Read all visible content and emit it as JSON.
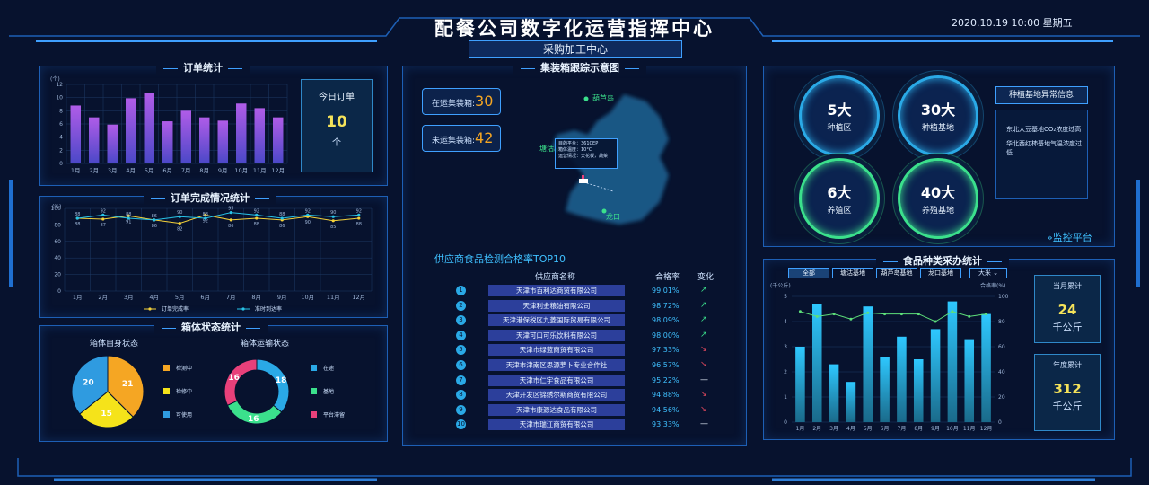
{
  "header": {
    "title": "配餐公司数字化运营指挥中心",
    "datetime": "2020.10.19 10:00 星期五",
    "subtitle": "采购加工中心"
  },
  "colors": {
    "accent": "#3fa0ff",
    "purple": "#8c4be0",
    "cyan": "#28c4e8",
    "yellow": "#f5d23a",
    "green": "#3be08c",
    "orange": "#f5a623"
  },
  "order_stats": {
    "title": "订单统计",
    "today_label": "今日订单",
    "today_value": "10",
    "today_unit": "个"
  },
  "completion": {
    "title": "订单完成情况统计"
  },
  "box_status": {
    "title": "箱体状态统计",
    "self_title": "箱体自身状态",
    "transport_title": "箱体运输状态"
  },
  "map": {
    "title": "集装箱跟踪示意图",
    "in_transit_label": "在运集装箱:",
    "in_transit_value": "30",
    "not_transit_label": "未运集装箱:",
    "not_transit_value": "42",
    "place_hulu": "葫芦岛",
    "place_tanggu": "塘沽",
    "place_longkou": "龙口",
    "popup_lines": [
      "目的平台：361CEP",
      "箱体温度：10°C",
      "运营情况：天花板，蔬菜"
    ]
  },
  "supplier": {
    "title": "供应商食品检测合格率TOP10",
    "col_name": "供应商名称",
    "col_rate": "合格率",
    "col_change": "变化",
    "rows": [
      {
        "rank": "1",
        "name": "天津市百利达商贸有限公司",
        "rate": "99.01%",
        "trend": "up"
      },
      {
        "rank": "2",
        "name": "天津利金粮油有限公司",
        "rate": "98.72%",
        "trend": "up"
      },
      {
        "rank": "3",
        "name": "天津港保税区九菱国际贸易有限公司",
        "rate": "98.09%",
        "trend": "up"
      },
      {
        "rank": "4",
        "name": "天津可口可乐饮料有限公司",
        "rate": "98.00%",
        "trend": "up"
      },
      {
        "rank": "5",
        "name": "天津市绿蓝商贸有限公司",
        "rate": "97.33%",
        "trend": "down"
      },
      {
        "rank": "6",
        "name": "天津市津南区思源萝卜专业合作社",
        "rate": "96.57%",
        "trend": "down"
      },
      {
        "rank": "7",
        "name": "天津市仁宇食品有限公司",
        "rate": "95.22%",
        "trend": "flat"
      },
      {
        "rank": "8",
        "name": "天津开发区锦绣尔斯商贸有限公司",
        "rate": "94.88%",
        "trend": "down"
      },
      {
        "rank": "9",
        "name": "天津市康源达食品有限公司",
        "rate": "94.56%",
        "trend": "down"
      },
      {
        "rank": "10",
        "name": "天津市瑞江商贸有限公司",
        "rate": "93.33%",
        "trend": "flat"
      }
    ],
    "trend_symbols": {
      "up": "↗",
      "down": "↘",
      "flat": "—"
    }
  },
  "bases": {
    "circles": [
      {
        "value": "5大",
        "label": "种植区"
      },
      {
        "value": "30大",
        "label": "种植基地"
      },
      {
        "value": "6大",
        "label": "养殖区"
      },
      {
        "value": "40大",
        "label": "养殖基地"
      }
    ],
    "alert_title": "种植基地异常信息",
    "alerts": [
      "东北大豆基地CO₂浓度过高",
      "华北西红柿基地气温浓度过低"
    ],
    "monitor_link": "监控平台"
  },
  "food": {
    "title": "食品种类采办统计",
    "tabs": [
      "全部",
      "塘沽基地",
      "葫芦岛基地",
      "龙口基地"
    ],
    "select_value": "大米",
    "month_label": "当月累计",
    "month_value": "24",
    "month_unit": "千公斤",
    "year_label": "年度累计",
    "year_value": "312",
    "year_unit": "千公斤"
  },
  "chart_data": [
    {
      "type": "bar",
      "title": "订单统计",
      "ylabel": "(个)",
      "ylim": [
        0,
        12
      ],
      "categories": [
        "1月",
        "2月",
        "3月",
        "4月",
        "5月",
        "6月",
        "7月",
        "8月",
        "9月",
        "10月",
        "11月",
        "12月"
      ],
      "values": [
        8.8,
        7,
        5.9,
        9.9,
        10.7,
        6.4,
        8,
        7,
        6.5,
        9.1,
        8.4,
        7
      ]
    },
    {
      "type": "line",
      "title": "订单完成情况统计",
      "ylabel": "(%)",
      "ylim": [
        0,
        100
      ],
      "categories": [
        "1月",
        "2月",
        "3月",
        "4月",
        "5月",
        "6月",
        "7月",
        "8月",
        "9月",
        "10月",
        "11月",
        "12月"
      ],
      "series": [
        {
          "name": "订单完成率",
          "values": [
            88,
            87,
            91,
            86,
            82,
            92,
            86,
            88,
            86,
            90,
            85,
            88
          ]
        },
        {
          "name": "准时到达率",
          "values": [
            88,
            92,
            88,
            86,
            90,
            88,
            95,
            92,
            88,
            92,
            90,
            92
          ]
        }
      ]
    },
    {
      "type": "pie",
      "title": "箱体自身状态",
      "labels": [
        "检测中",
        "检修中",
        "可使用"
      ],
      "values": [
        21,
        15,
        20
      ],
      "colors": [
        "#f5a623",
        "#f5e31a",
        "#2f9be0"
      ]
    },
    {
      "type": "pie",
      "title": "箱体运输状态",
      "labels": [
        "在途",
        "基地",
        "平台滞留"
      ],
      "values": [
        18,
        16,
        16
      ],
      "colors": [
        "#2aa9e6",
        "#3be08c",
        "#e8407a"
      ]
    },
    {
      "type": "bar",
      "title": "食品种类采办统计",
      "ylabel": "(千公斤)",
      "y2label": "合格率(%)",
      "ylim": [
        0,
        5
      ],
      "y2lim": [
        0,
        100
      ],
      "categories": [
        "1月",
        "2月",
        "3月",
        "4月",
        "5月",
        "6月",
        "7月",
        "8月",
        "9月",
        "10月",
        "11月",
        "12月"
      ],
      "series": [
        {
          "name": "采办量",
          "values": [
            3,
            4.7,
            2.3,
            1.6,
            4.6,
            2.6,
            3.4,
            2.5,
            3.7,
            4.8,
            3.3,
            4.3
          ]
        },
        {
          "name": "合格率",
          "values": [
            88,
            84,
            86,
            82,
            87,
            86,
            86,
            86,
            80,
            88,
            84,
            86
          ]
        }
      ]
    }
  ]
}
